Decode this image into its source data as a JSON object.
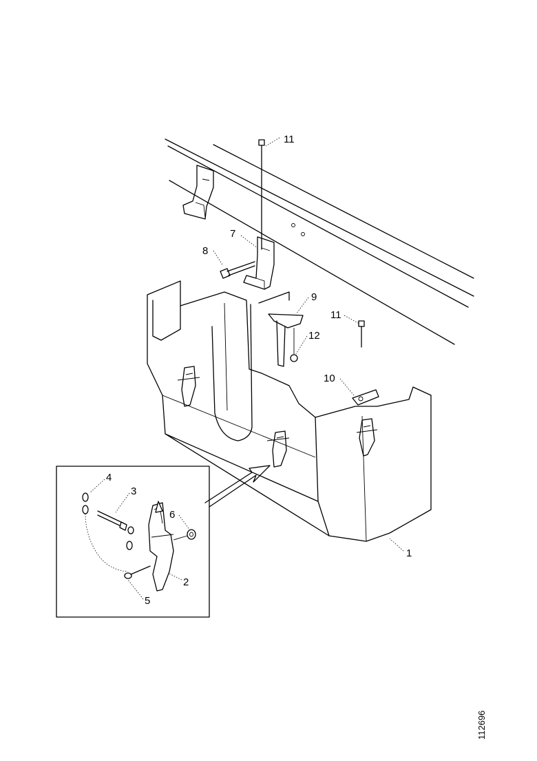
{
  "drawing": {
    "callouts": {
      "c1": "1",
      "c2": "2",
      "c3": "3",
      "c4": "4",
      "c5": "5",
      "c6": "6",
      "c7": "7",
      "c8": "8",
      "c9": "9",
      "c10": "10",
      "c11a": "11",
      "c11b": "11",
      "c12": "12"
    },
    "document_number": "112696"
  }
}
